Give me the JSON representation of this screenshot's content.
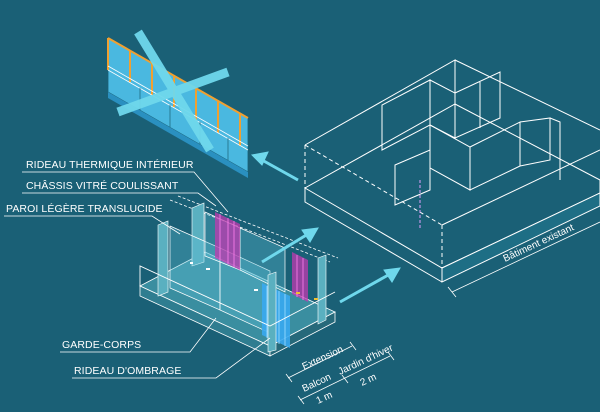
{
  "labels": {
    "rideau_thermique": "RIDEAU THERMIQUE INTÉRIEUR",
    "chassis": "CHÂSSIS VITRÉ COULISSANT",
    "paroi": "PAROI LÉGÈRE TRANSLUCIDE",
    "garde_corps": "GARDE-CORPS",
    "rideau_ombrage": "RIDEAU D'OMBRAGE"
  },
  "dimensions": {
    "batiment": "Bâtiment existant",
    "extension": "Extension",
    "balcon": "Balcon",
    "balcon_value": "1 m",
    "jardin": "Jardin d'hiver",
    "jardin_value": "2 m"
  },
  "colors": {
    "background": "#1a6076",
    "line": "#ffffff",
    "arrow": "#6fd8ec",
    "glass": "#4ab8e0",
    "frame": "#f0a030",
    "curtain": "#c03ab0",
    "shade": "#38a8f0"
  }
}
